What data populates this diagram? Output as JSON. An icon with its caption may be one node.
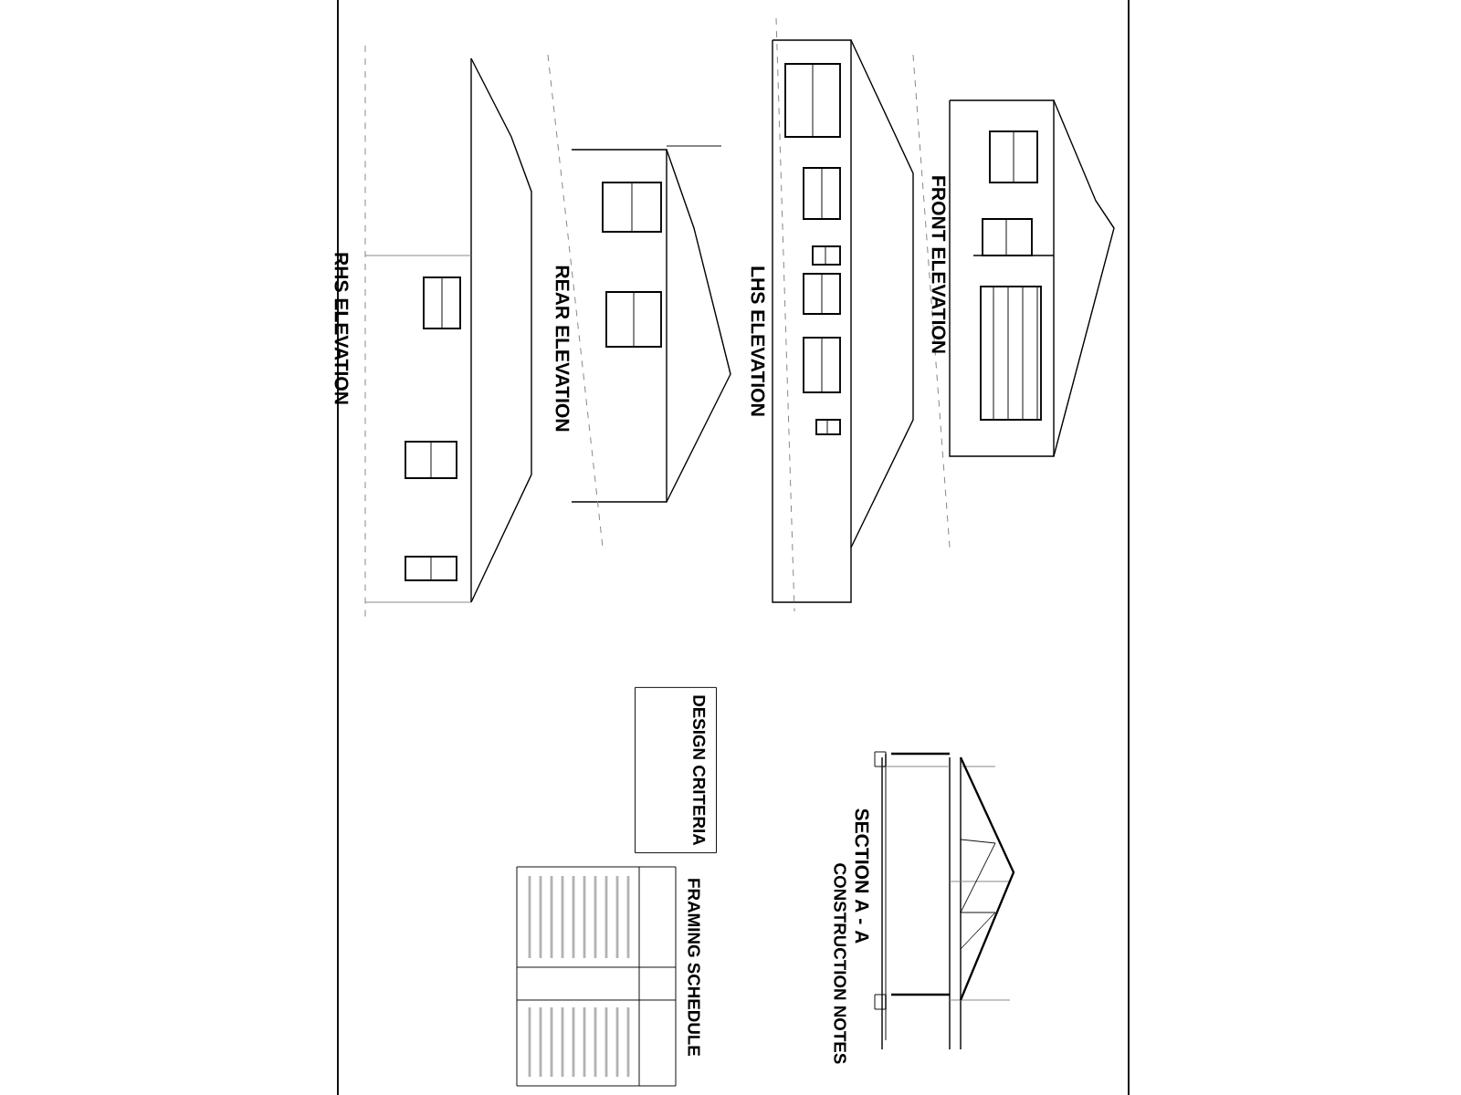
{
  "diagram": {
    "nodes": [
      {
        "text": [
          "DESIGN CRITERIA"
        ]
      }
    ],
    "labels": [
      "RHS ELEVATION",
      "REAR ELEVATION",
      "LHS ELEVATION",
      "FRONT ELEVATION",
      "SECTION A - A",
      "FRAMING SCHEDULE",
      "CONSTRUCTION NOTES"
    ]
  }
}
